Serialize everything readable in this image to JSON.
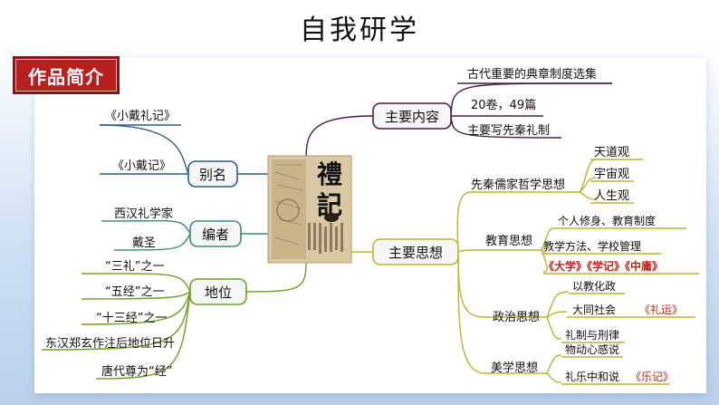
{
  "title": "自我研学",
  "badge": "作品简介",
  "center": {
    "lines": [
      "禮",
      "記"
    ]
  },
  "branches": {
    "content": {
      "label": "主要内容",
      "items": [
        "古代重要的典章制度选集",
        "20卷，49篇",
        "主要写先秦礼制"
      ]
    },
    "alias": {
      "label": "别名",
      "items": [
        "《小戴礼记》",
        "《小戴记》"
      ]
    },
    "editor": {
      "label": "编者",
      "items": [
        "西汉礼学家",
        "戴圣"
      ]
    },
    "status": {
      "label": "地位",
      "items": [
        "“三礼”之一",
        "“五经”之一",
        "“十三经”之一",
        "东汉郑玄作注后地位日升",
        "唐代尊为“经”"
      ]
    },
    "thought": {
      "label": "主要思想",
      "philosophy": {
        "label": "先秦儒家哲学思想",
        "items": [
          "天道观",
          "宇宙观",
          "人生观"
        ]
      },
      "education": {
        "label": "教育思想",
        "items": [
          "个人修身、教育制度",
          "教学方法、学校管理",
          "《大学》《学记》《中庸》"
        ]
      },
      "politics": {
        "label": "政治思想",
        "items": [
          "以教化政",
          "大同社会",
          "《礼运》",
          "礼制与刑律"
        ]
      },
      "aesthetics": {
        "label": "美学思想",
        "items": [
          "物动心感说",
          "礼乐中和说",
          "《乐记》"
        ]
      }
    }
  },
  "colors": {
    "content": "#4b1f45",
    "alias": "#2f5d8a",
    "editor": "#3c8d6c",
    "status": "#6fa020",
    "thought": "#b9b733",
    "badge": "#b91f1f",
    "highlight": "#c0221c"
  }
}
